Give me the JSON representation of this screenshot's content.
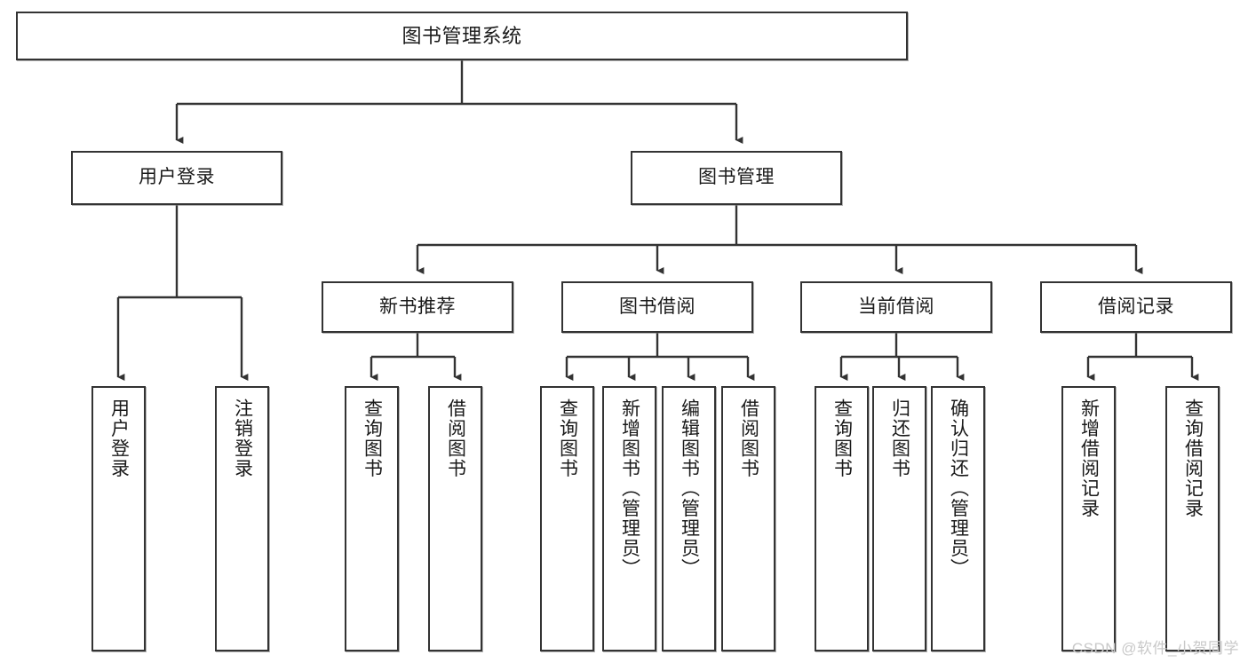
{
  "diagram": {
    "title": "图书管理系统",
    "type": "tree-hierarchy-chart",
    "colors": {
      "node_border": "#333333",
      "node_fill": "#ffffff",
      "edge": "#333333",
      "text": "#1a1a1a",
      "watermark": "#c9c9c9",
      "background": "#ffffff"
    }
  },
  "watermark": {
    "text": "CSDN @软件_小贺同学"
  },
  "nodes": {
    "root": {
      "label": "图书管理系统"
    },
    "level2": [
      {
        "id": "user-login",
        "label": "用户登录"
      },
      {
        "id": "book-manage",
        "label": "图书管理"
      }
    ],
    "level3": [
      {
        "id": "new-book-recommend",
        "label": "新书推荐"
      },
      {
        "id": "book-borrow",
        "label": "图书借阅"
      },
      {
        "id": "current-borrow",
        "label": "当前借阅"
      },
      {
        "id": "borrow-record",
        "label": "借阅记录"
      }
    ],
    "leaves": {
      "user_login": [
        {
          "id": "leaf-user-login",
          "label": "用户登录"
        },
        {
          "id": "leaf-user-logout",
          "label": "注销登录"
        }
      ],
      "new_book_recommend": [
        {
          "id": "leaf-query-book-1",
          "label": "查询图书"
        },
        {
          "id": "leaf-borrow-book-1",
          "label": "借阅图书"
        }
      ],
      "book_borrow": [
        {
          "id": "leaf-query-book-2",
          "label": "查询图书"
        },
        {
          "id": "leaf-add-book",
          "label": "新增图书（管理员）"
        },
        {
          "id": "leaf-edit-book",
          "label": "编辑图书（管理员）"
        },
        {
          "id": "leaf-borrow-book-2",
          "label": "借阅图书"
        }
      ],
      "current_borrow": [
        {
          "id": "leaf-query-book-3",
          "label": "查询图书"
        },
        {
          "id": "leaf-return-book",
          "label": "归还图书"
        },
        {
          "id": "leaf-confirm-return",
          "label": "确认归还（管理员）"
        }
      ],
      "borrow_record": [
        {
          "id": "leaf-add-record",
          "label": "新增借阅记录"
        },
        {
          "id": "leaf-query-record",
          "label": "查询借阅记录"
        }
      ]
    }
  }
}
